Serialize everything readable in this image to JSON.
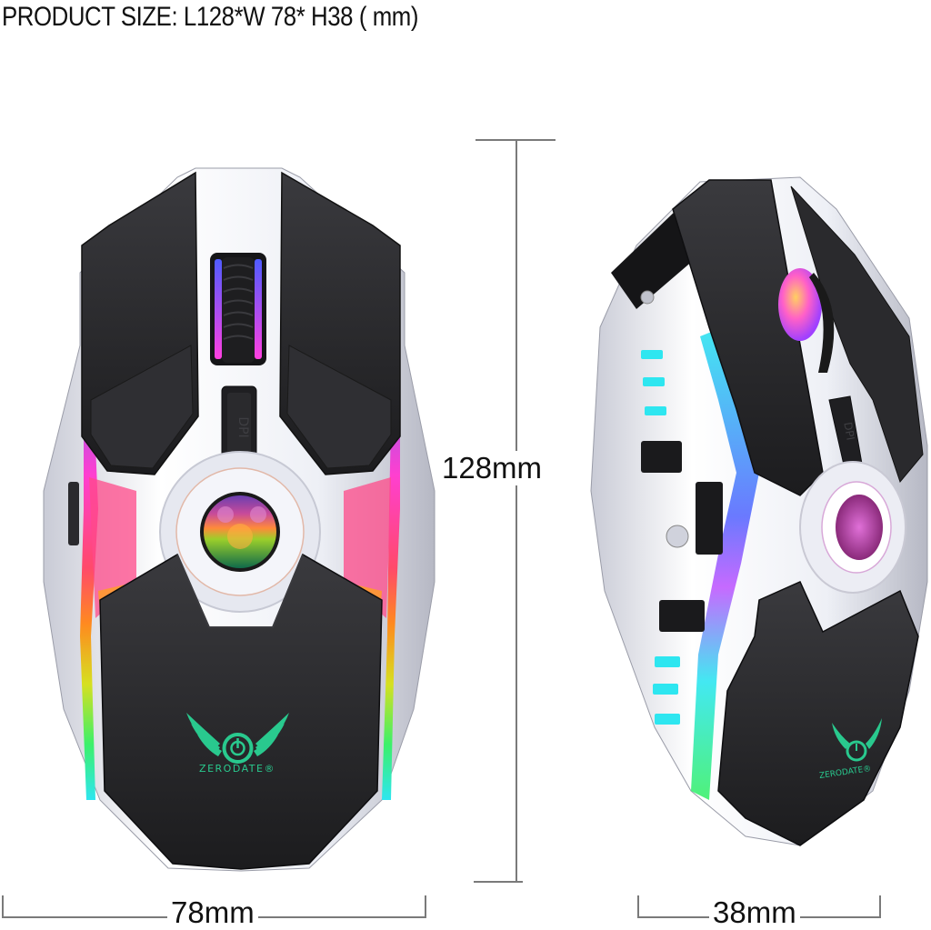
{
  "header": {
    "title": "PRODUCT SIZE: L128*W 78* H38 ( mm)"
  },
  "dimensions": {
    "length_label": "128mm",
    "width_label": "78mm",
    "height_label": "38mm"
  },
  "product": {
    "brand_logo_text": "ZERODATE®",
    "dpi_button_label": "DPI",
    "views": [
      "top-view",
      "side-view"
    ]
  },
  "colors": {
    "shell_black": "#1c1c1e",
    "chrome_silver": "#e8e9ef",
    "logo_green": "#29c98e",
    "rgb_magenta": "#ff3fd0",
    "rgb_blue": "#5a6bff",
    "rgb_cyan": "#2ee6f0",
    "rgb_green": "#3cf06a",
    "rgb_orange": "#ff8a1f",
    "dimension_line": "#7a7a7a"
  }
}
